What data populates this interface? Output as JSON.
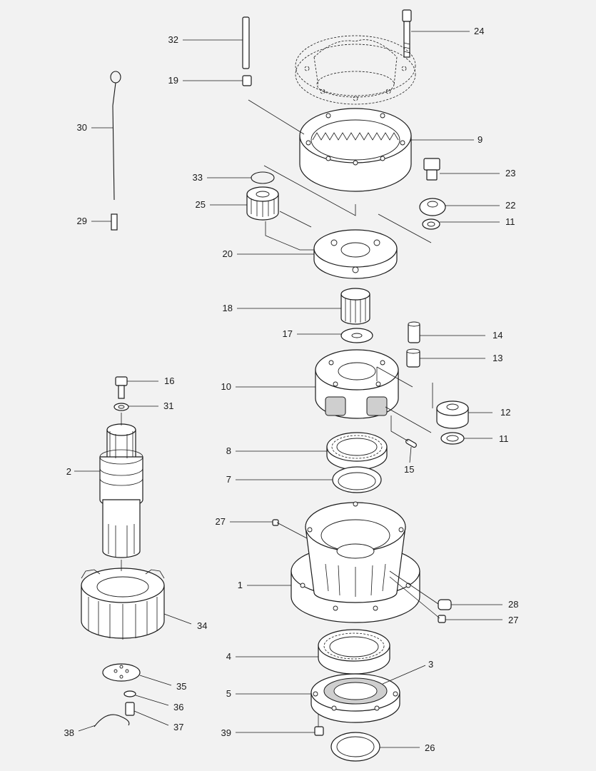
{
  "diagram": {
    "labels": {
      "p1": "1",
      "p2": "2",
      "p3": "3",
      "p4": "4",
      "p5": "5",
      "p7": "7",
      "p8": "8",
      "p9": "9",
      "p10": "10",
      "p11a": "11",
      "p11b": "11",
      "p12": "12",
      "p13": "13",
      "p14": "14",
      "p15": "15",
      "p16": "16",
      "p17": "17",
      "p18": "18",
      "p19": "19",
      "p20": "20",
      "p22": "22",
      "p23": "23",
      "p24": "24",
      "p25": "25",
      "p26": "26",
      "p27a": "27",
      "p27b": "27",
      "p28": "28",
      "p29": "29",
      "p30": "30",
      "p31": "31",
      "p32": "32",
      "p33": "33",
      "p34": "34",
      "p35": "35",
      "p36": "36",
      "p37": "37",
      "p38": "38",
      "p39": "39"
    },
    "colors": {
      "ink": "#1a1a1a",
      "paper": "#f2f2f2",
      "part_fill": "#ffffff"
    }
  }
}
